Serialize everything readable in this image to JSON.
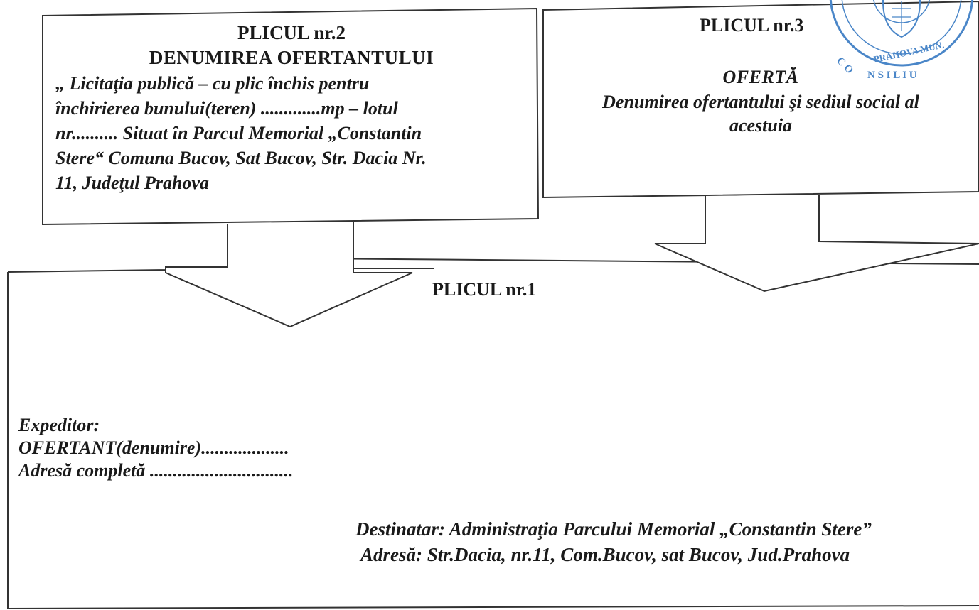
{
  "envelope2": {
    "title": "PLICUL nr.2",
    "subtitle": "DENUMIREA OFERTANTULUI",
    "lines": [
      "„ Licitaţia publică – cu plic închis pentru",
      "închirierea  bunului(teren) .............mp – lotul",
      "nr.......... Situat în  Parcul Memorial „Constantin",
      "Stere“ Comuna Bucov, Sat Bucov, Str. Dacia Nr.",
      "11, Judeţul Prahova"
    ]
  },
  "envelope3": {
    "title": "PLICUL nr.3",
    "heading": "OFERTĂ",
    "lines": [
      "Denumirea ofertantului  şi sediul social al",
      "acestuia"
    ]
  },
  "envelope1": {
    "title": "PLICUL nr.1",
    "sender": {
      "label": "Expeditor:",
      "name_line": "OFERTANT(denumire)...................",
      "address_line": "Adresă completă ..............................."
    },
    "recipient": {
      "line1": "Destinatar: Administraţia Parcului Memorial „Constantin Stere”",
      "line2": "Adresă: Str.Dacia, nr.11, Com.Bucov,  sat Bucov, Jud.Prahova"
    }
  },
  "stamp": {
    "ring_text": "CONSILIUL JUDEŢEAN PRAHOVA MUN. PLOIEŞTI",
    "color": "#4a86c8"
  },
  "colors": {
    "line": "#333333",
    "text": "#1a1a1a"
  }
}
